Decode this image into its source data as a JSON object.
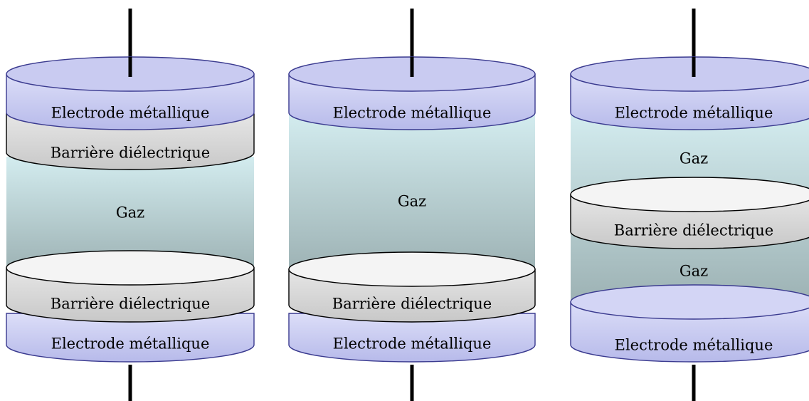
{
  "colors": {
    "electrode_fill": "#c9cbf1",
    "electrode_stroke": "#3a3a8f",
    "dielectric_fill": "#d9d9d9",
    "dielectric_top": "#f4f4f4",
    "gas_top": "#cfe6ea",
    "gas_bottom": "#9fb4b6",
    "wire": "#000000"
  },
  "configurations": [
    {
      "top_electrode": "Electrode métallique",
      "top_barrier": "Barrière diélectrique",
      "gas": "Gaz",
      "bottom_barrier": "Barrière diélectrique",
      "bottom_electrode": "Electrode métallique"
    },
    {
      "top_electrode": "Electrode métallique",
      "gas": "Gaz",
      "bottom_barrier": "Barrière diélectrique",
      "bottom_electrode": "Electrode métallique"
    },
    {
      "top_electrode": "Electrode métallique",
      "gas_upper": "Gaz",
      "middle_barrier": "Barrière diélectrique",
      "gas_lower": "Gaz",
      "bottom_electrode": "Electrode métallique"
    }
  ]
}
